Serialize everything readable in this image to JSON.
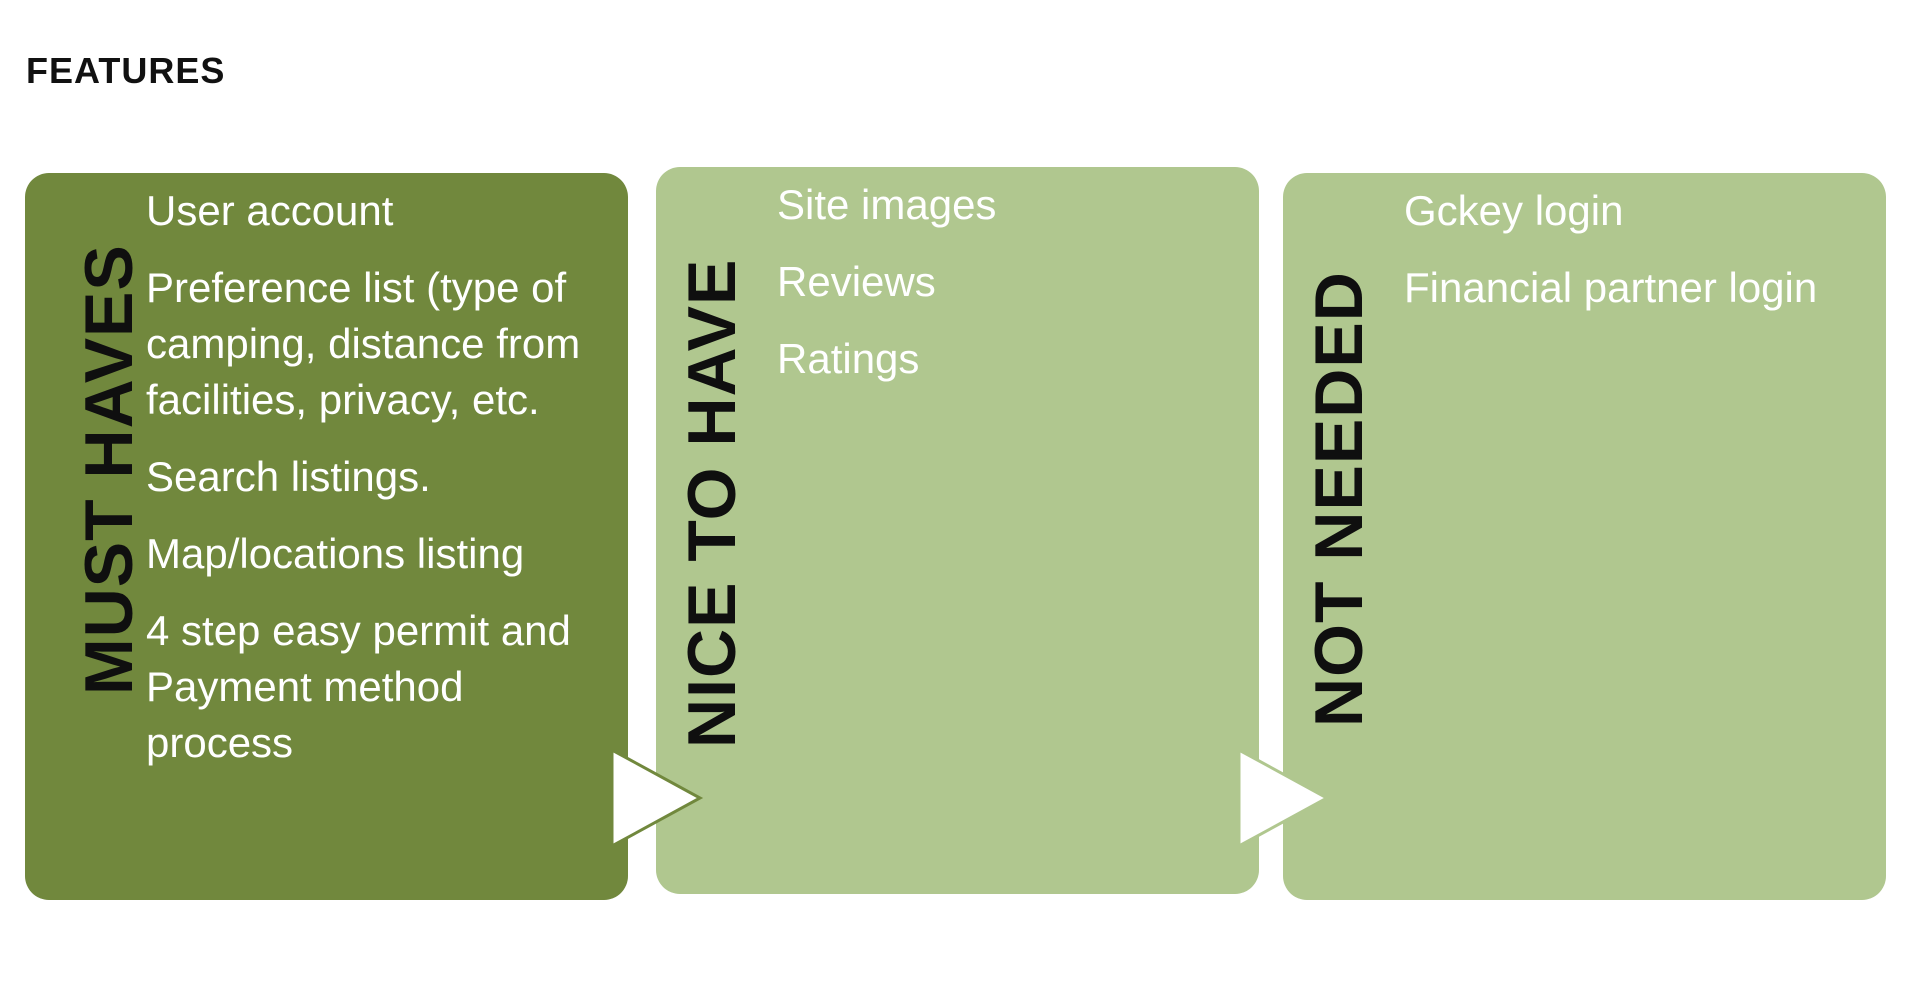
{
  "title": "FEATURES",
  "columns": [
    {
      "heading": "MUST HAVES",
      "items": [
        "User account",
        "Preference list (type of camping, distance from facilities, privacy, etc.",
        "Search listings.",
        "Map/locations listing",
        "4 step easy permit and Payment method process"
      ]
    },
    {
      "heading": "NICE TO HAVE",
      "items": [
        "Site images",
        "Reviews",
        "Ratings"
      ]
    },
    {
      "heading": "NOT NEEDED",
      "items": [
        "Gckey login",
        "Financial partner login"
      ]
    }
  ],
  "colors": {
    "must_haves_fill": "#71883d",
    "other_fill": "#b0c78f",
    "arrow_fill": "#ffffff",
    "text_light": "#ffffff",
    "heading_text": "#0f0f0f"
  }
}
